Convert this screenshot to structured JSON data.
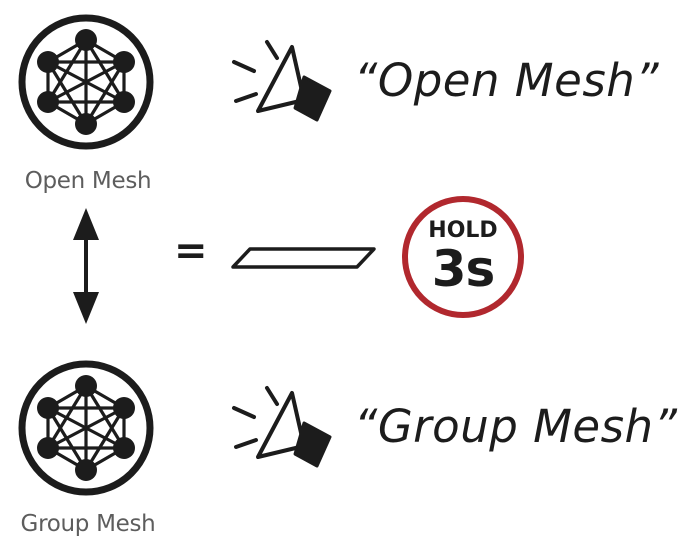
{
  "top": {
    "label": "Open Mesh",
    "voice_prompt": "“Open Mesh”",
    "icon": "mesh-network-icon"
  },
  "bottom": {
    "label": "Group Mesh",
    "voice_prompt": "“Group Mesh”",
    "icon": "mesh-network-icon"
  },
  "middle": {
    "switch_icon": "double-arrow-icon",
    "equals": "=",
    "button_icon": "button-icon",
    "hold": {
      "word": "HOLD",
      "time": "3s",
      "ring_color": "#b1282e"
    }
  },
  "colors": {
    "ink": "#1c1c1c",
    "label_gray": "#5d5d5d"
  }
}
